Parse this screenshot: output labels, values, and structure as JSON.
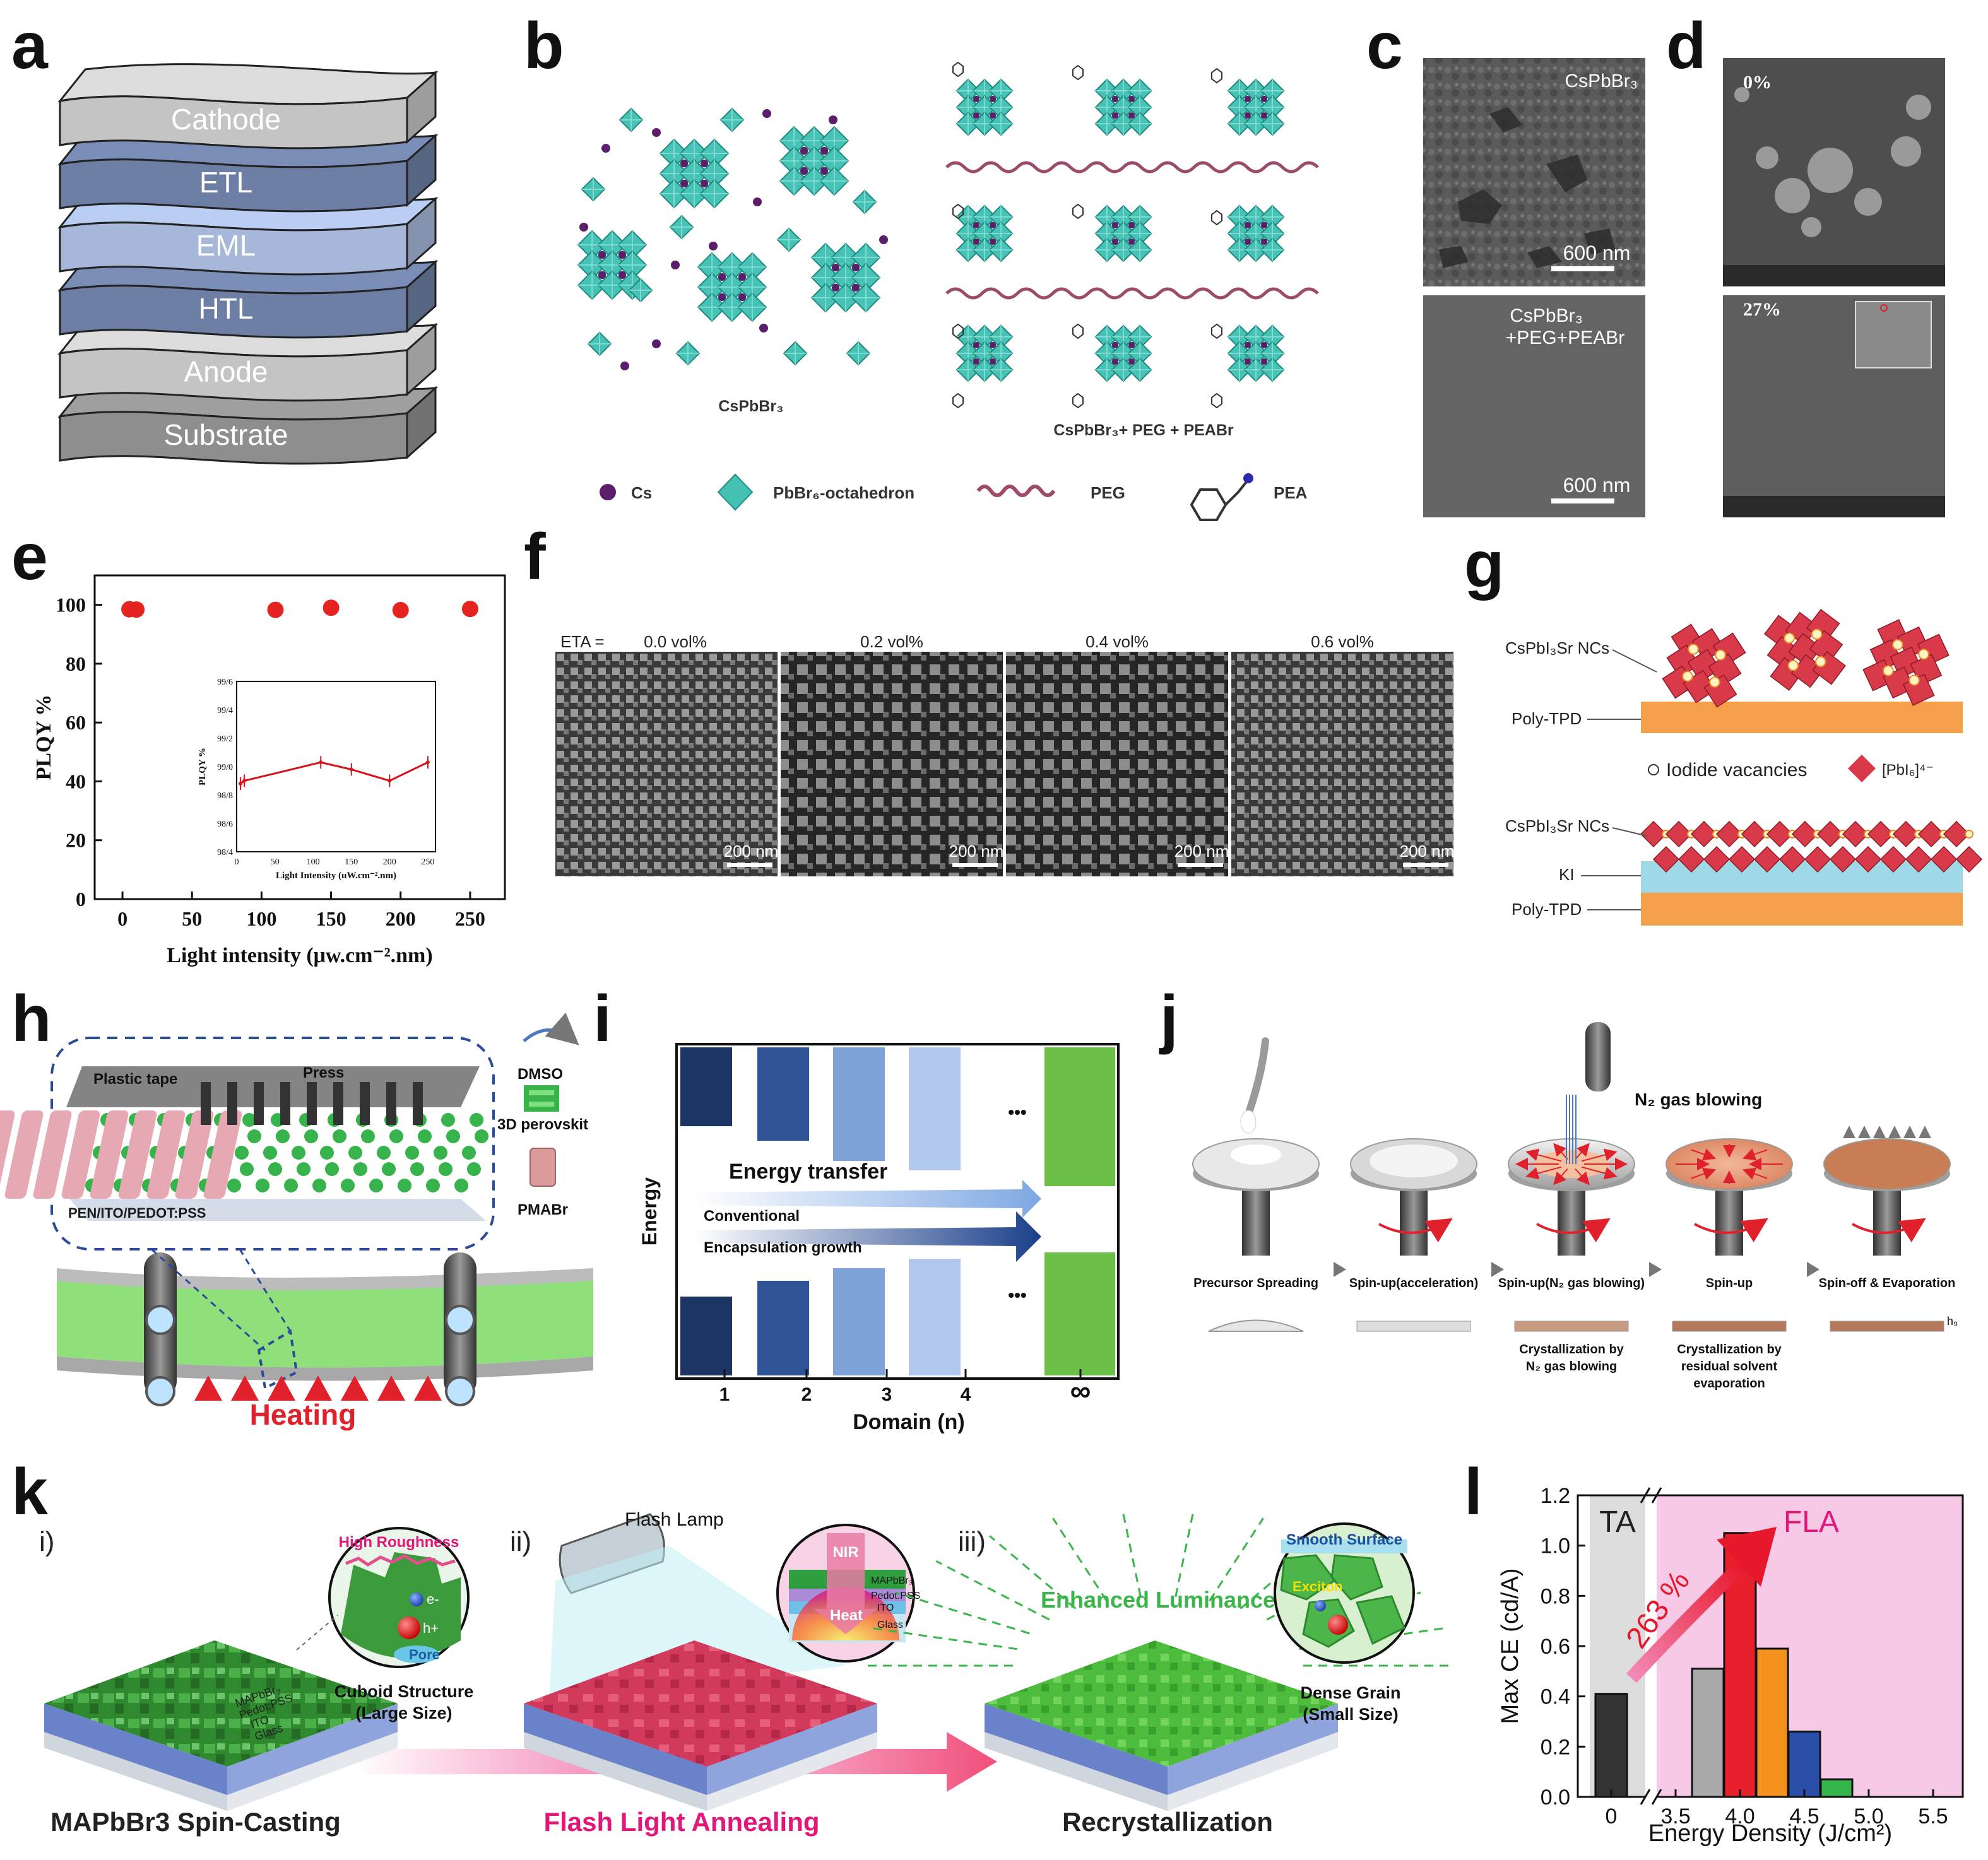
{
  "panels": {
    "a": {
      "label": "a",
      "layers": [
        "Cathode",
        "ETL",
        "EML",
        "HTL",
        "Anode",
        "Substrate"
      ],
      "colors": [
        "#c4c4c4",
        "#6c7ea3",
        "#a6b7d9",
        "#6c7ea3",
        "#c4c4c4",
        "#8e8e8e"
      ]
    },
    "b": {
      "label": "b",
      "left_caption": "CsPbBr₃",
      "right_caption": "CsPbBr₃+ PEG + PEABr",
      "legend": [
        "Cs",
        "PbBr₆-octahedron",
        "PEG",
        "PEA"
      ]
    },
    "c": {
      "label": "c",
      "top_text": "CsPbBr₃",
      "top_scale": "600 nm",
      "bottom_text_1": "CsPbBr₃",
      "bottom_text_2": "+PEG+PEABr",
      "bottom_scale": "600 nm"
    },
    "d": {
      "label": "d",
      "top_pct": "0%",
      "bottom_pct": "27%"
    },
    "e": {
      "label": "e"
    },
    "f": {
      "label": "f",
      "prefix": "ETA =",
      "conditions": [
        "0.0 vol%",
        "0.2 vol%",
        "0.4 vol%",
        "0.6 vol%"
      ],
      "scale": "200 nm"
    },
    "g": {
      "label": "g",
      "ncs": "CsPbI₃Sr NCs",
      "poly": "Poly-TPD",
      "ki": "KI",
      "vac": "Iodide vacancies",
      "oct": "[PbI₆]⁴⁻"
    },
    "h": {
      "label": "h",
      "tape": "Plastic tape",
      "press": "Press",
      "substrate": "PEN/ITO/PEDOT:PSS",
      "dmso": "DMSO",
      "perov": "3D perovskit",
      "pmabr": "PMABr",
      "heating": "Heating"
    },
    "i": {
      "label": "i",
      "ylabel": "Energy",
      "xlabel": "Domain (n)",
      "ticks": [
        "1",
        "2",
        "3",
        "4",
        "∞"
      ],
      "transfer": "Energy transfer",
      "conventional": "Conventional",
      "encapsulation": "Encapsulation growth",
      "dots": "•••"
    },
    "j": {
      "label": "j",
      "gas": "N₂ gas blowing",
      "steps": [
        "Precursor Spreading",
        "Spin-up(acceleration)",
        "Spin-up(N₂ gas blowing)",
        "Spin-up",
        "Spin-off & Evaporation"
      ],
      "notes": [
        "Crystallization by",
        "N₂ gas blowing",
        "Crystallization by",
        "residual solvent",
        "evaporation"
      ],
      "hf": "h₉"
    },
    "k": {
      "label": "k",
      "roman": [
        "i)",
        "ii)",
        "iii)"
      ],
      "lamp": "Flash Lamp",
      "rough": "High Roughness",
      "pore": "Pore",
      "cuboid": "Cuboid Structure",
      "large": "(Large Size)",
      "nir": "NIR",
      "heat": "Heat",
      "smooth": "Smooth Surface",
      "exciton": "Exciton",
      "dense": "Dense Grain",
      "small": "(Small Size)",
      "enhanced": "Enhanced Luminance",
      "stage1": "MAPbBr3 Spin-Casting",
      "stage2": "Flash Light Annealing",
      "stage3": "Recrystallization",
      "stack": [
        "MAPbBr₃",
        "Pedot:PSS",
        "ITO",
        "Glass"
      ],
      "eminus": "e-",
      "hplus": "h+"
    },
    "l": {
      "label": "l",
      "ta": "TA",
      "fla": "FLA",
      "pct": "263 %"
    }
  },
  "chart_data": [
    {
      "type": "scatter",
      "title": "",
      "xlabel": "Light intensity (μw.cm⁻².nm)",
      "ylabel": "PLQY %",
      "xlim": [
        -20,
        275
      ],
      "ylim": [
        0,
        110
      ],
      "xticks": [
        0,
        50,
        100,
        150,
        200,
        250
      ],
      "yticks": [
        0,
        20,
        40,
        60,
        80,
        100
      ],
      "x": [
        5,
        10,
        110,
        150,
        200,
        250
      ],
      "y": [
        98.5,
        98.4,
        98.3,
        99.0,
        98.2,
        98.6
      ],
      "color": "#e52421",
      "inset": {
        "type": "line",
        "xlabel": "Light Intensity (uW.cm⁻².nm)",
        "ylabel": "PLQY %",
        "xlim": [
          0,
          260
        ],
        "ylim": [
          98.4,
          99.6
        ],
        "xticks": [
          0,
          50,
          100,
          150,
          200,
          250
        ],
        "yticks": [
          "98/4",
          "98/6",
          "98/8",
          "99/0",
          "99/2",
          "99/4",
          "99/6"
        ],
        "x": [
          5,
          10,
          110,
          150,
          200,
          250
        ],
        "y": [
          98.88,
          98.9,
          99.03,
          98.98,
          98.9,
          99.03
        ],
        "color": "#d8141c"
      }
    },
    {
      "type": "bar",
      "title": "",
      "xlabel": "Energy Density (J/cm²)",
      "ylabel": "Max CE (cd/A)",
      "ylim": [
        0,
        1.2
      ],
      "yticks": [
        0.0,
        0.2,
        0.4,
        0.6,
        0.8,
        1.0,
        1.2
      ],
      "xticks": [
        "0",
        "3.5",
        "4.0",
        "4.5",
        "5.0",
        "5.5"
      ],
      "categories": [
        "0",
        "3.75",
        "4.0",
        "4.25",
        "4.5",
        "4.75"
      ],
      "values": [
        0.41,
        0.51,
        1.05,
        0.59,
        0.26,
        0.07
      ],
      "colors": [
        "#333333",
        "#a9a9a9",
        "#e8202c",
        "#f4921e",
        "#2b4ea8",
        "#35b44a"
      ]
    }
  ]
}
